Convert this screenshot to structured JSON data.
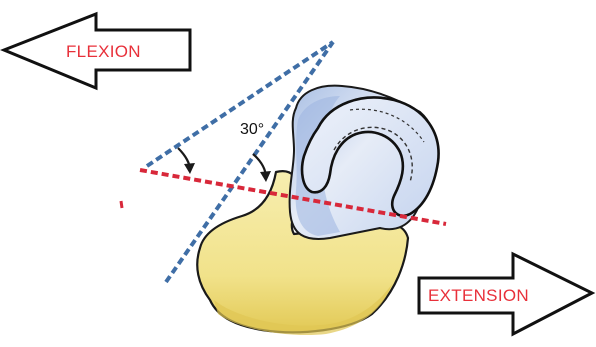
{
  "labels": {
    "flexion": "FLEXION",
    "extension": "EXTENSION",
    "angle": "30°"
  },
  "colors": {
    "red_line": "#d8283a",
    "blue_line": "#3f6ea6",
    "bone_fill": "#f3e79a",
    "bone_shadow": "#e3cf5e",
    "head_fill": "#dfe7f5",
    "head_shadow": "#aac0e3",
    "label_red": "#e8303a"
  },
  "icons": {
    "flexion_arrow": "arrow-left-icon",
    "extension_arrow": "arrow-right-icon"
  }
}
